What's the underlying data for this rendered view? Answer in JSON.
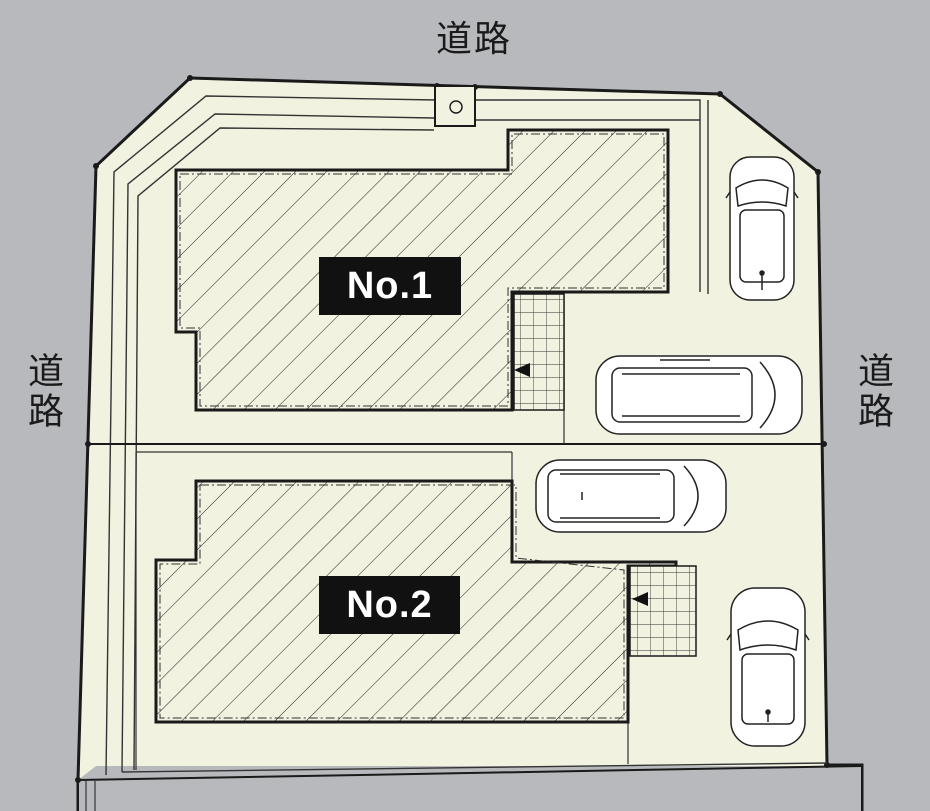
{
  "roads": {
    "north": "道路",
    "west": "道路",
    "east": "道路"
  },
  "lots": [
    {
      "id": "lot-1",
      "label": "No.1"
    },
    {
      "id": "lot-2",
      "label": "No.2"
    }
  ],
  "colors": {
    "road": "#b8b9bd",
    "site": "#f1f2df",
    "outline": "#1a1a1a",
    "label_bg": "#111111",
    "label_text": "#ffffff"
  }
}
